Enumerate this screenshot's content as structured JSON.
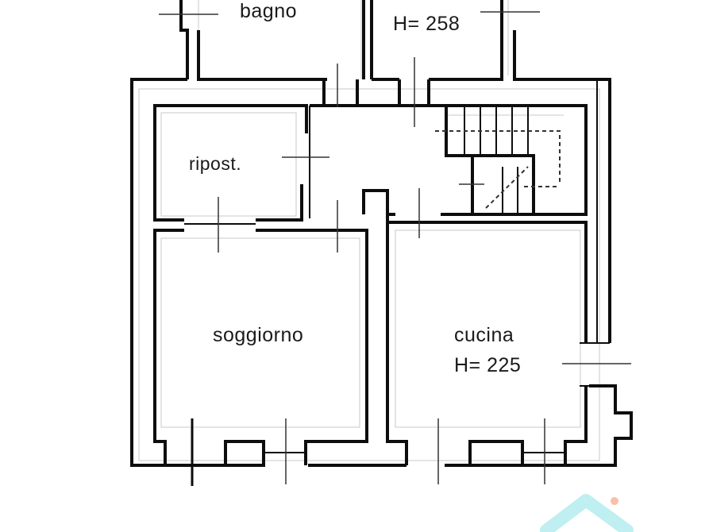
{
  "plan": {
    "type": "floor-plan",
    "rooms": [
      {
        "id": "bagno",
        "label": "bagno"
      },
      {
        "id": "camera",
        "label": "",
        "height_label": "H= 258"
      },
      {
        "id": "ripost",
        "label": "ripost."
      },
      {
        "id": "disimpegno",
        "label": ""
      },
      {
        "id": "scala",
        "label": ""
      },
      {
        "id": "soggiorno",
        "label": "soggiorno"
      },
      {
        "id": "cucina",
        "label": "cucina",
        "height_label": "H= 225"
      }
    ],
    "colors": {
      "wall": "#0d0d0d",
      "guide": "#bdbdbd",
      "background": "#ffffff",
      "watermark_roof": "#bfeff0",
      "watermark_dot": "#f8c0a8"
    }
  },
  "watermark": {
    "icon": "house-roof-logo"
  }
}
